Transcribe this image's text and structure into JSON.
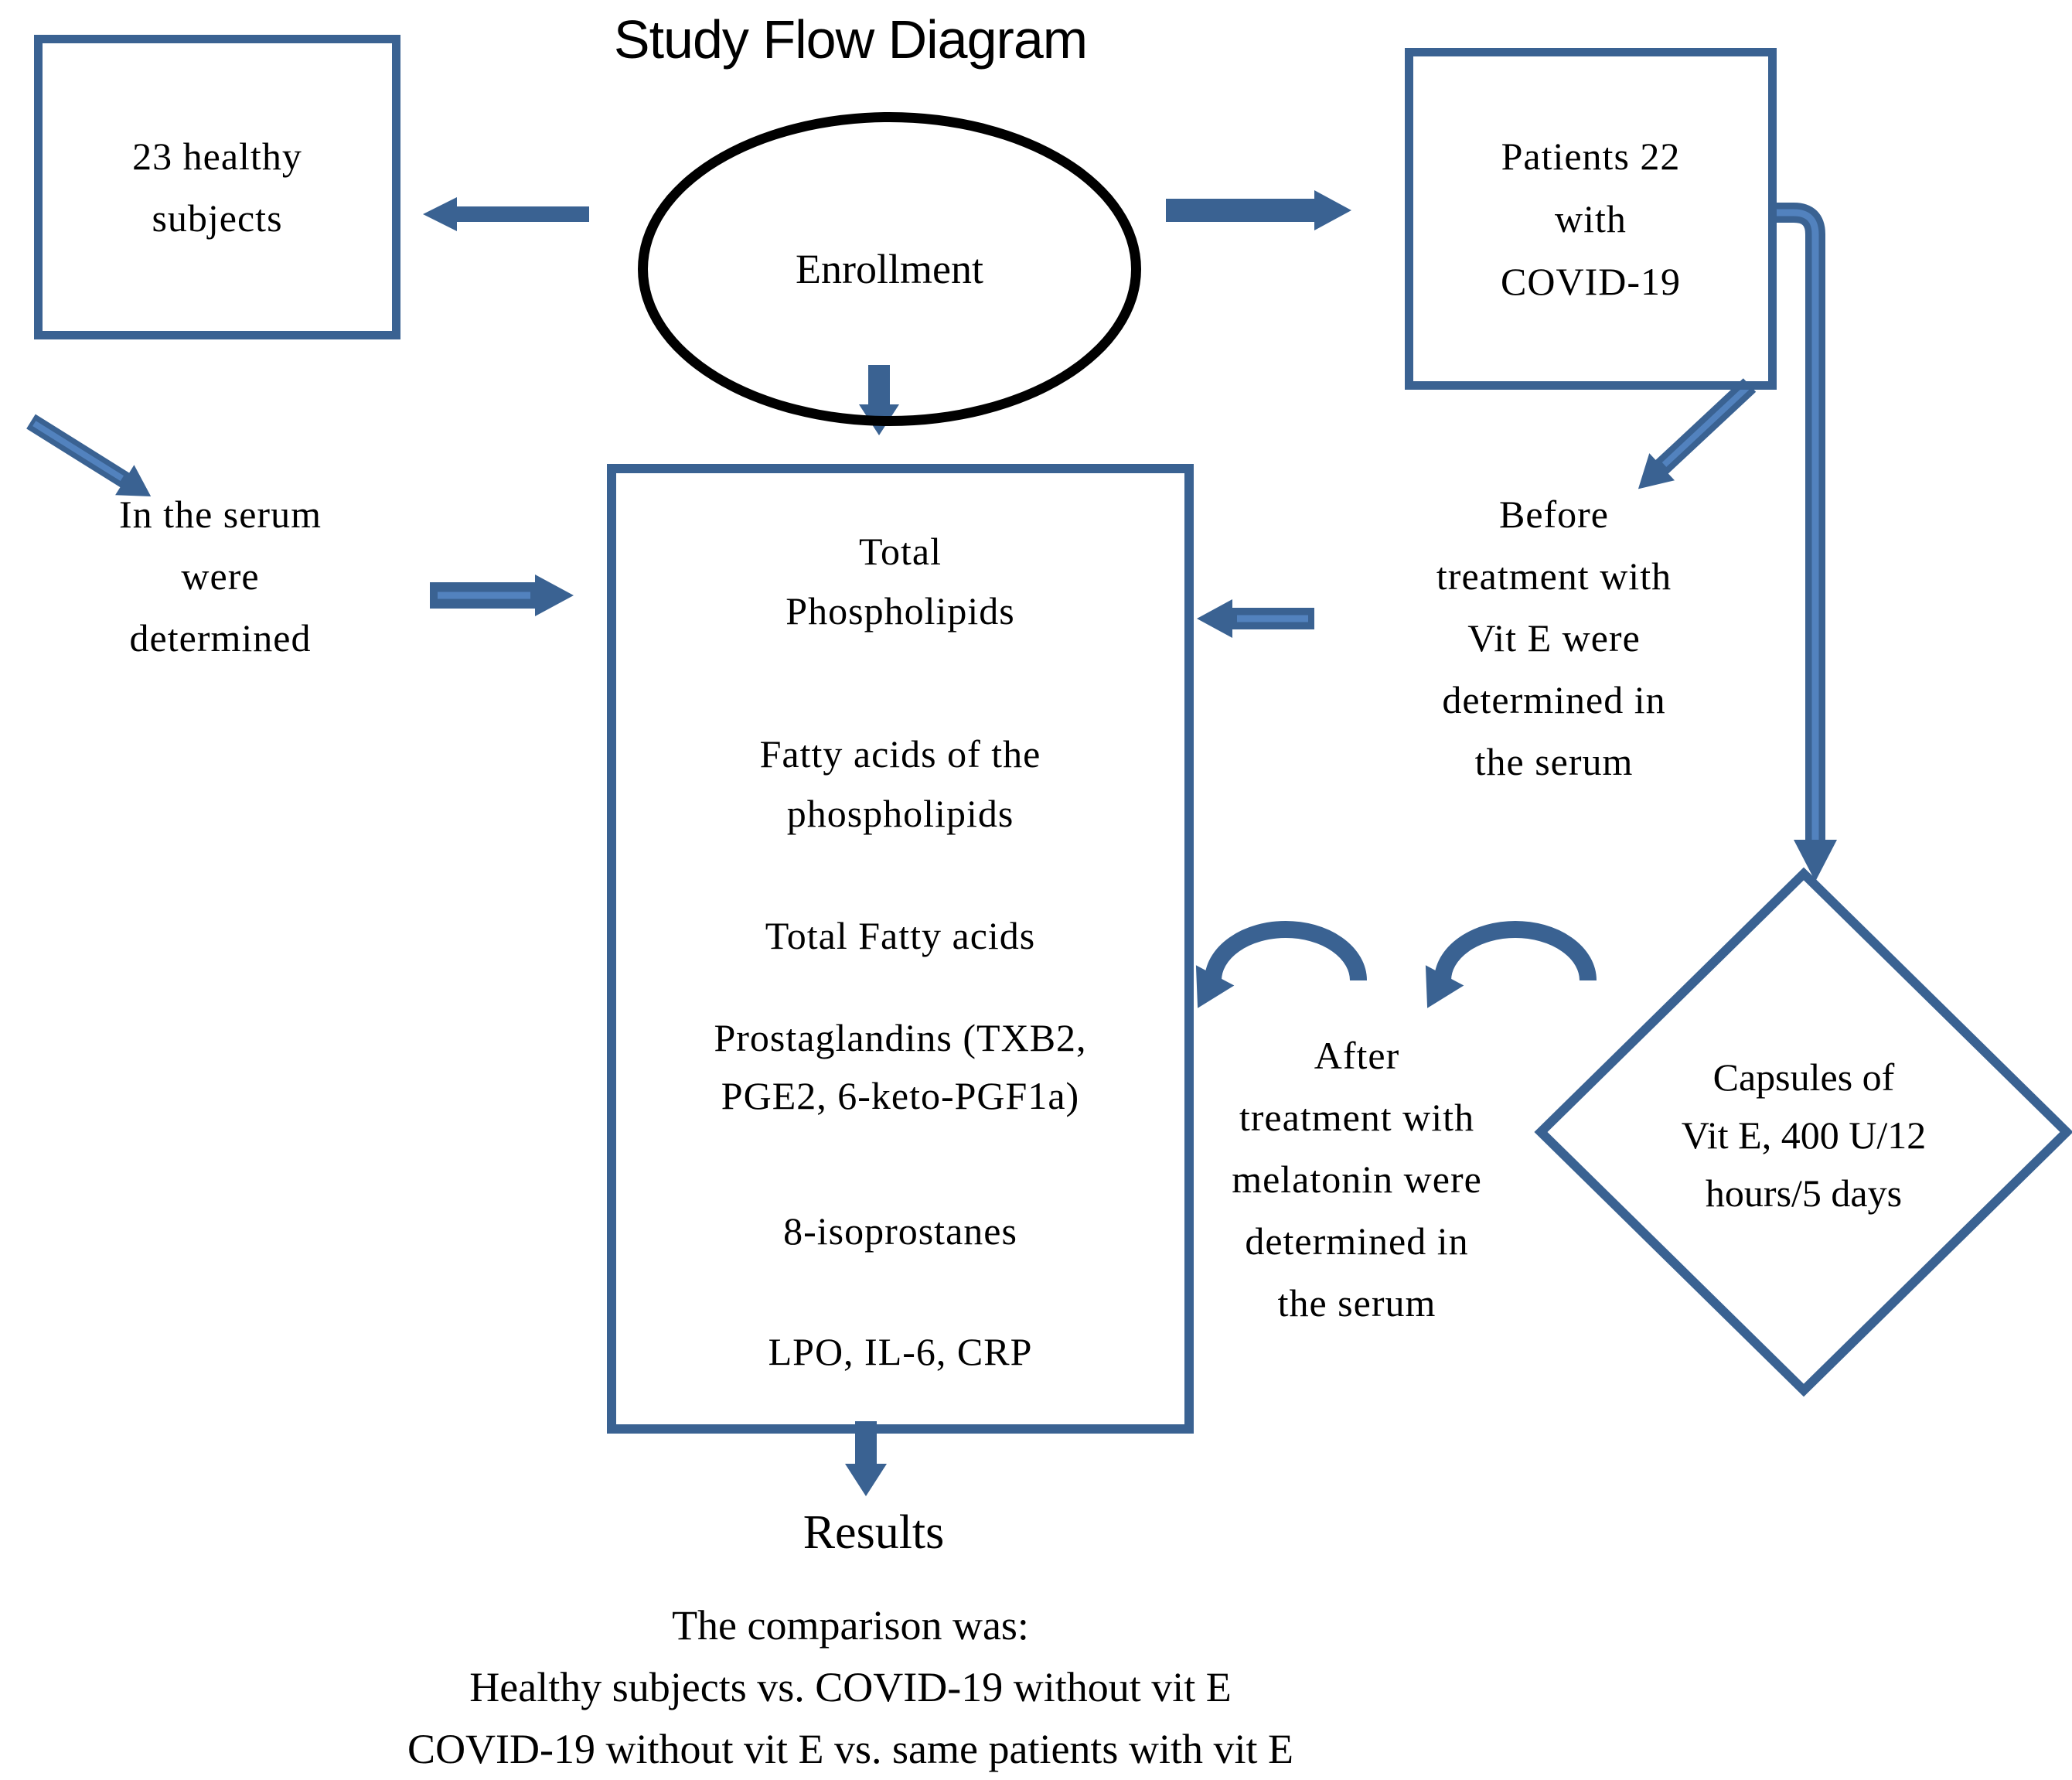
{
  "title": "Study Flow Diagram",
  "colors": {
    "accent_dark": "#3a6292",
    "accent_light": "#5282be",
    "ellipse_outline": "#000000",
    "text": "#000000",
    "background": "#ffffff"
  },
  "nodes": {
    "healthy_box": {
      "text": "23 healthy\nsubjects"
    },
    "enrollment": {
      "text": "Enrollment"
    },
    "patients_box": {
      "text": "Patients 22\nwith\nCOVID-19"
    },
    "serum_left_note": {
      "text": "In the serum\nwere\ndetermined"
    },
    "center_box": {
      "lines": [
        "Total",
        "Phospholipids",
        "Fatty acids of the",
        "phospholipids",
        "Total Fatty acids",
        "Prostaglandins (TXB2,",
        "PGE2, 6-keto-PGF1a)",
        "8-isoprostanes",
        "LPO, IL-6, CRP"
      ]
    },
    "before_note": {
      "text": "Before\ntreatment with\nVit E were\ndetermined in\nthe serum"
    },
    "after_note": {
      "text": "After\ntreatment with\nmelatonin were\ndetermined in\nthe serum"
    },
    "capsules_diamond": {
      "text": "Capsules of\nVit E, 400 U/12\nhours/5 days"
    },
    "results_label": {
      "text": "Results"
    },
    "comparison": {
      "text": "The comparison was:\nHealthy subjects vs. COVID-19 without vit E\nCOVID-19 without vit E vs. same patients with vit E"
    }
  }
}
